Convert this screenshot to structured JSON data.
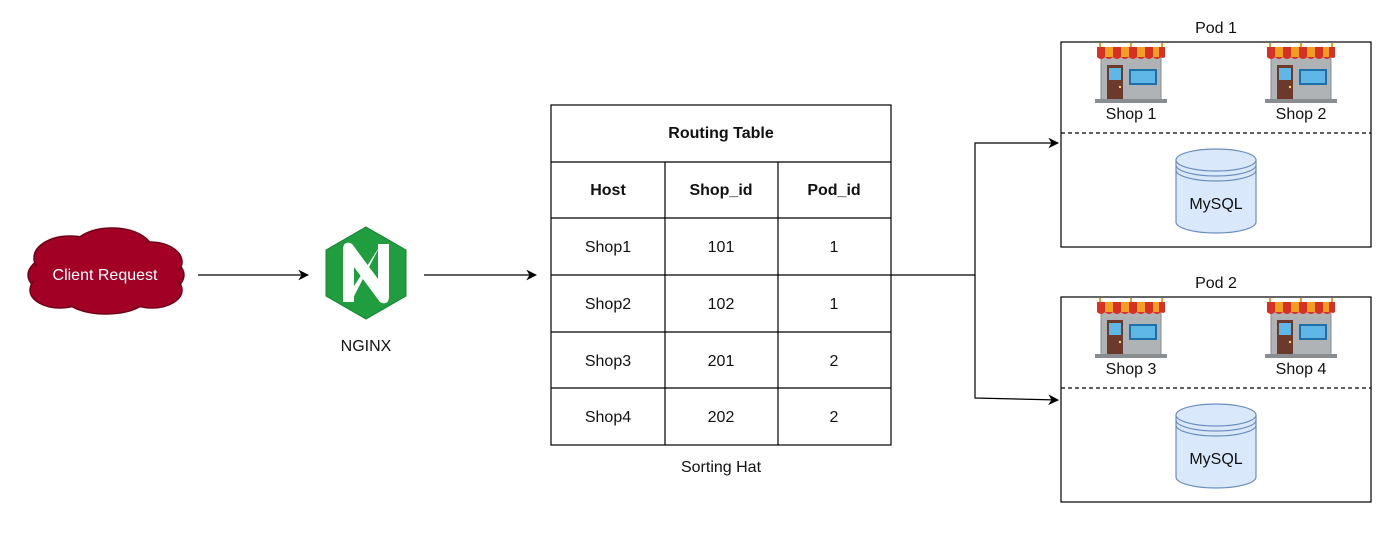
{
  "client": {
    "label": "Client Request"
  },
  "nginx": {
    "label": "NGINX"
  },
  "routing_table": {
    "title": "Routing Table",
    "caption": "Sorting Hat",
    "headers": [
      "Host",
      "Shop_id",
      "Pod_id"
    ],
    "rows": [
      [
        "Shop1",
        "101",
        "1"
      ],
      [
        "Shop2",
        "102",
        "1"
      ],
      [
        "Shop3",
        "201",
        "2"
      ],
      [
        "Shop4",
        "202",
        "2"
      ]
    ]
  },
  "pods": [
    {
      "title": "Pod 1",
      "shops": [
        "Shop 1",
        "Shop 2"
      ],
      "db": "MySQL"
    },
    {
      "title": "Pod 2",
      "shops": [
        "Shop 3",
        "Shop 4"
      ],
      "db": "MySQL"
    }
  ],
  "colors": {
    "cloud": "#a20025",
    "nginx": "#1f9d3f",
    "db_fill": "#dae8fc",
    "db_stroke": "#6c8ebf"
  }
}
